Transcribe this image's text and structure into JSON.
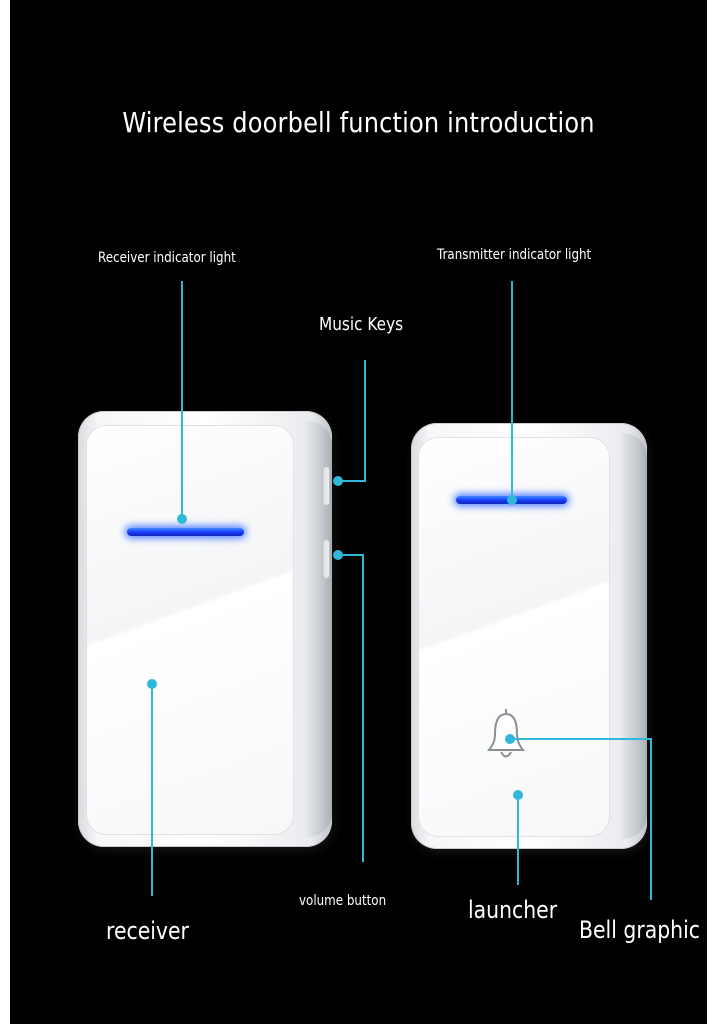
{
  "title": "Wireless doorbell function introduction",
  "labels": {
    "receiver_indicator_light": "Receiver indicator light",
    "transmitter_indicator_light": "Transmitter indicator light",
    "music_keys": "Music Keys",
    "volume_button": "volume button",
    "receiver": "receiver",
    "launcher": "launcher",
    "bell_graphic": "Bell graphic"
  },
  "colors": {
    "background": "#000000",
    "callout": "#2fb8d9",
    "indicator_led": "#1a3cff",
    "device_body": "#ffffff"
  },
  "icons": {
    "bell": "bell-icon"
  }
}
